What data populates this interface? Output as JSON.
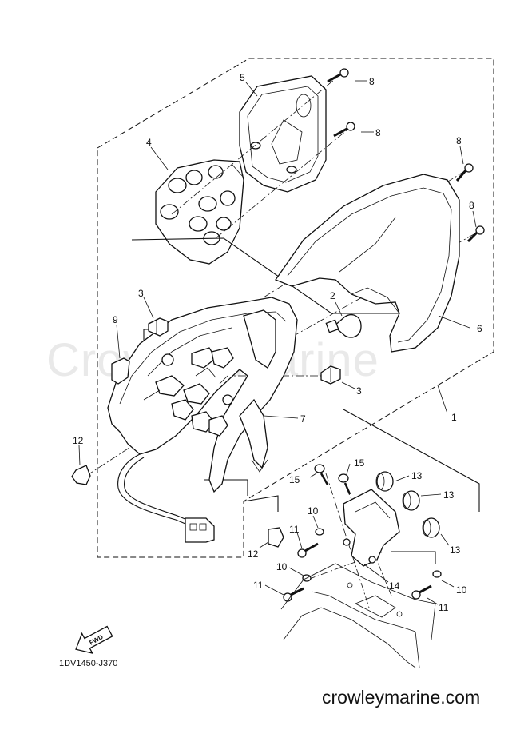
{
  "watermark": "Crowley Marine",
  "diagram_code": "1DV1450-J370",
  "site": "crowleymarine.com",
  "fwd_label": "FWD",
  "callouts": {
    "c1": "1",
    "c2": "2",
    "c3a": "3",
    "c3b": "3",
    "c4": "4",
    "c5": "5",
    "c6": "6",
    "c7": "7",
    "c8a": "8",
    "c8b": "8",
    "c8c": "8",
    "c8d": "8",
    "c9": "9",
    "c10a": "10",
    "c10b": "10",
    "c10c": "10",
    "c11a": "11",
    "c11b": "11",
    "c11c": "11",
    "c12a": "12",
    "c12b": "12",
    "c13a": "13",
    "c13b": "13",
    "c13c": "13",
    "c14": "14",
    "c15a": "15",
    "c15b": "15"
  }
}
